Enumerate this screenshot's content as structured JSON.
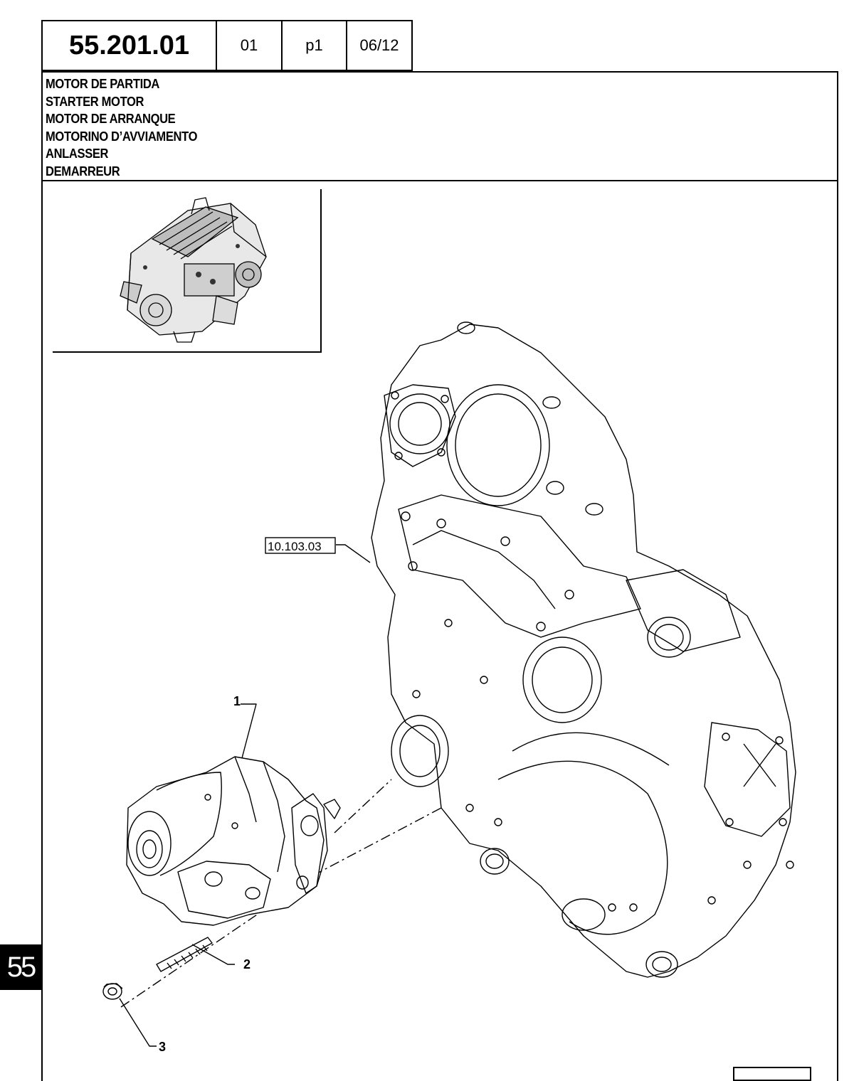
{
  "header": {
    "code": "55.201.01",
    "field2": "01",
    "field3": "p1",
    "field4": "06/12"
  },
  "titles": [
    "MOTOR DE PARTIDA",
    "STARTER MOTOR",
    "MOTOR DE ARRANQUE",
    "MOTORINO D’AVVIAMENTO",
    "ANLASSER",
    "DEMARREUR"
  ],
  "diagram": {
    "reference_label": "10.103.03",
    "callouts": [
      "1",
      "2",
      "3"
    ]
  },
  "section_tab": "55"
}
